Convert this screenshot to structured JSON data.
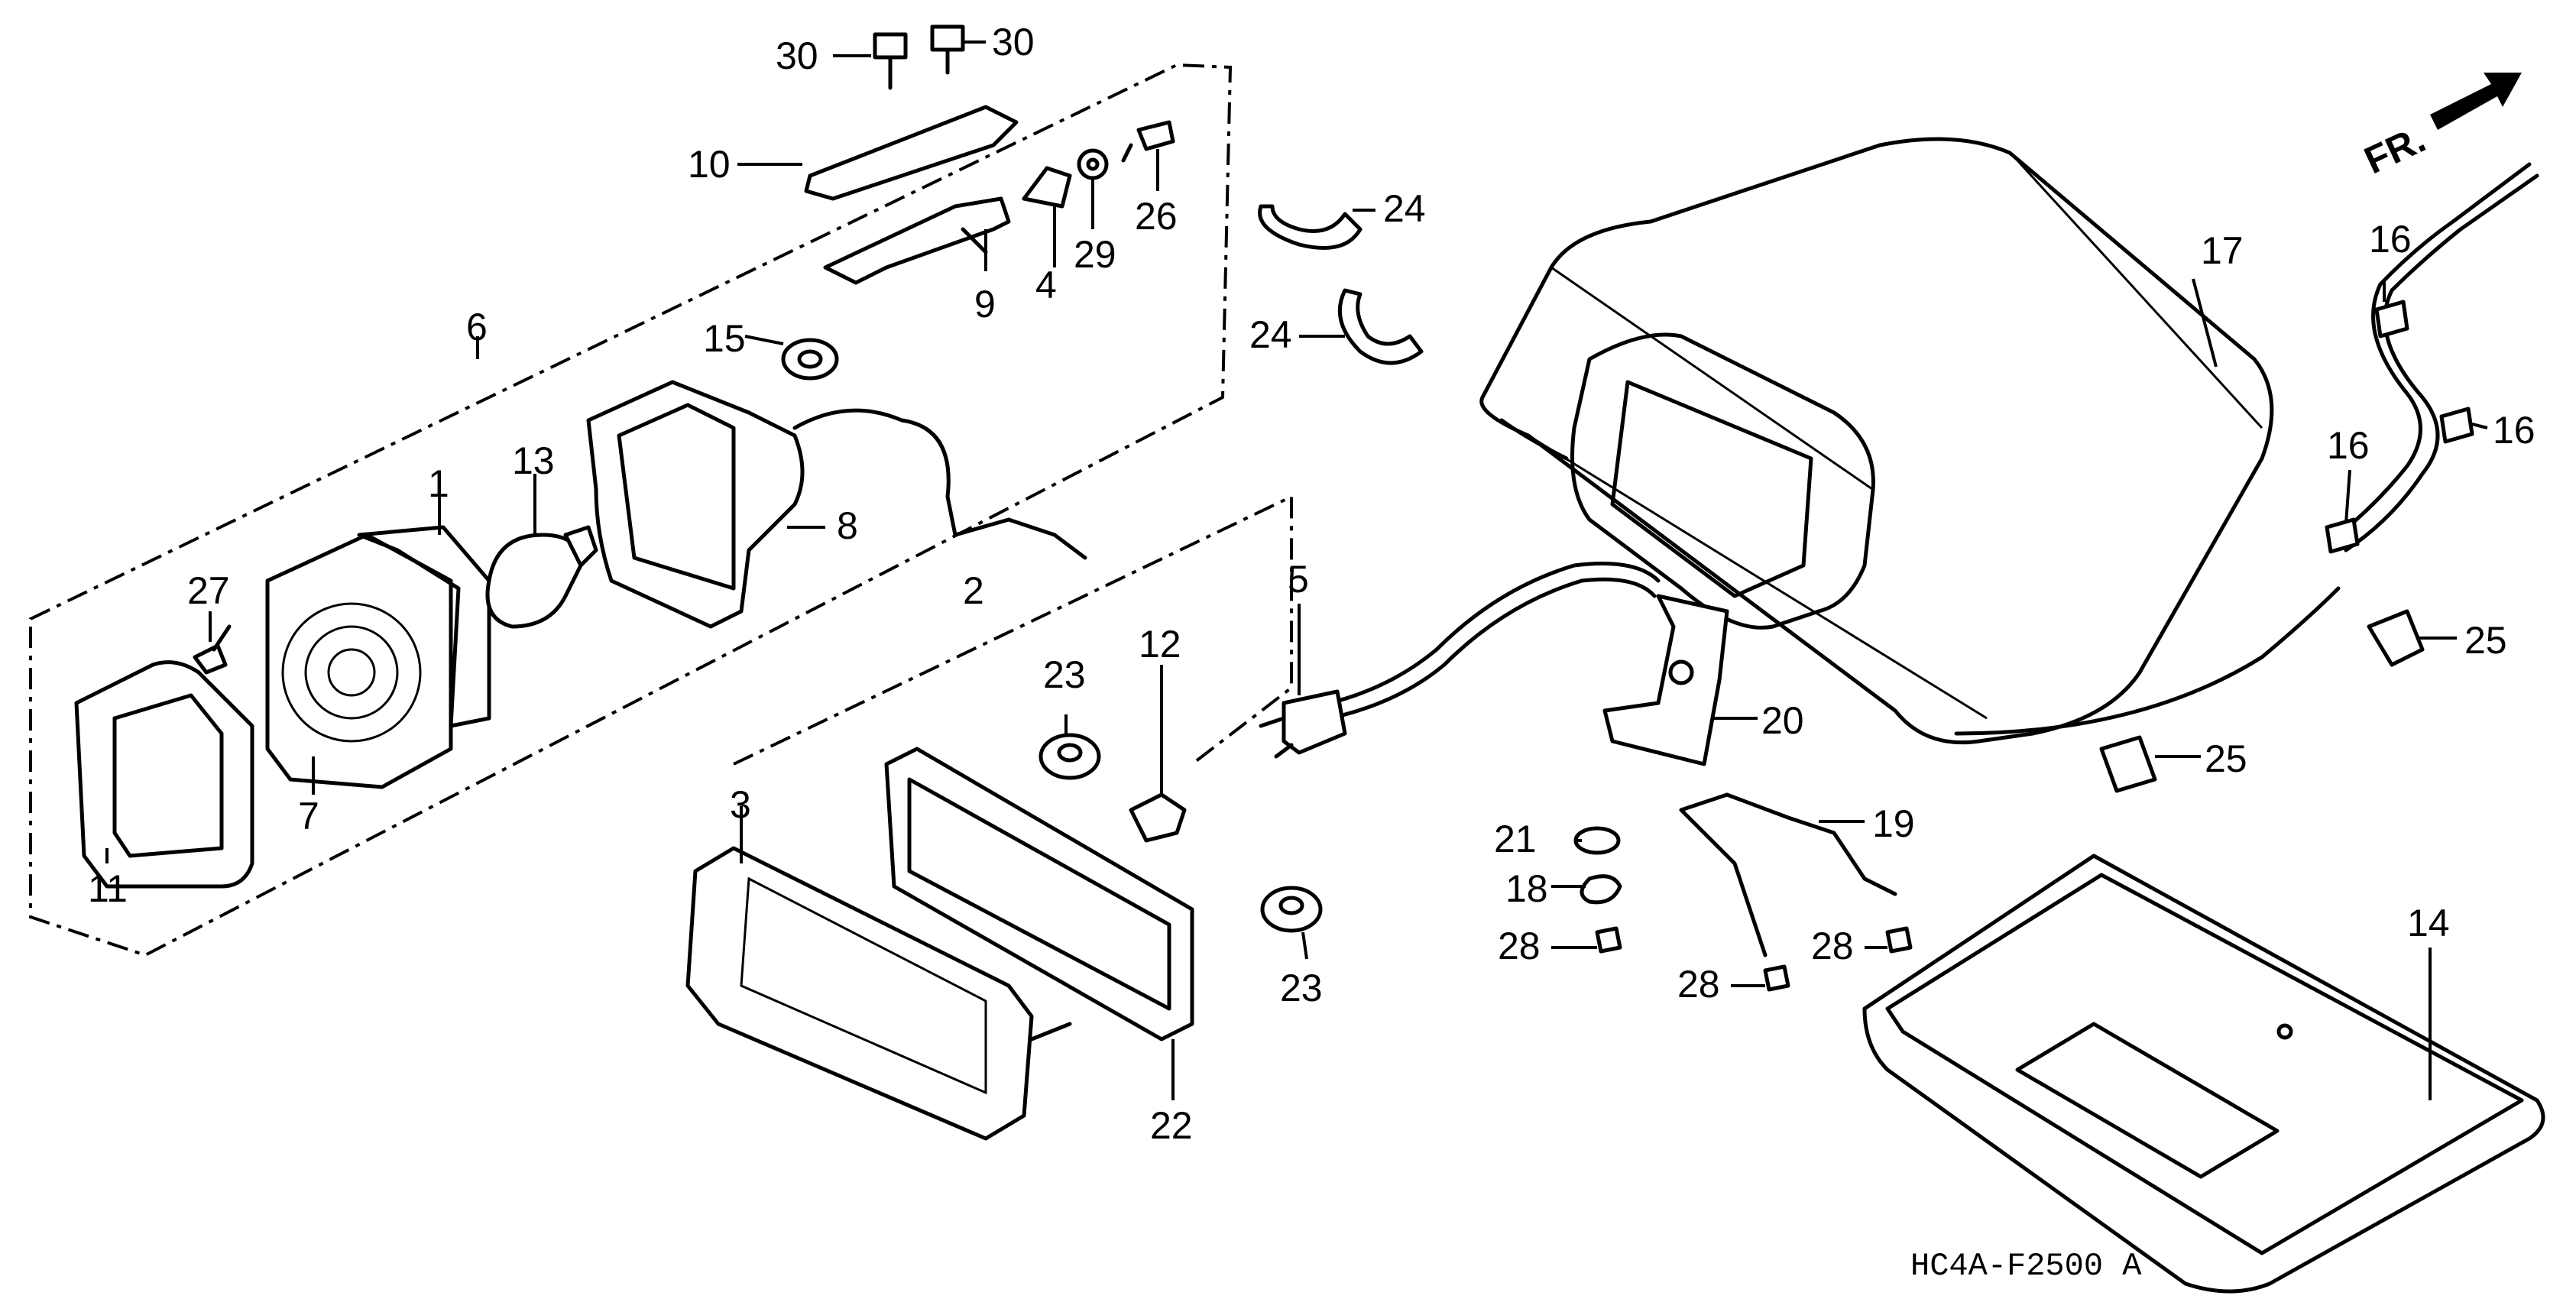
{
  "direction_label": "FR.",
  "diagram_code": "HC4A-F2500 A",
  "callouts": {
    "n1": "1",
    "n2": "2",
    "n3": "3",
    "n4": "4",
    "n5": "5",
    "n6": "6",
    "n7": "7",
    "n8": "8",
    "n9": "9",
    "n10": "10",
    "n11": "11",
    "n12": "12",
    "n13": "13",
    "n14": "14",
    "n15": "15",
    "n16a": "16",
    "n16b": "16",
    "n16c": "16",
    "n17": "17",
    "n18": "18",
    "n19": "19",
    "n20": "20",
    "n21": "21",
    "n22": "22",
    "n23a": "23",
    "n23b": "23",
    "n24a": "24",
    "n24b": "24",
    "n25a": "25",
    "n25b": "25",
    "n26": "26",
    "n27": "27",
    "n28a": "28",
    "n28b": "28",
    "n28c": "28",
    "n29": "29",
    "n30a": "30",
    "n30b": "30"
  }
}
